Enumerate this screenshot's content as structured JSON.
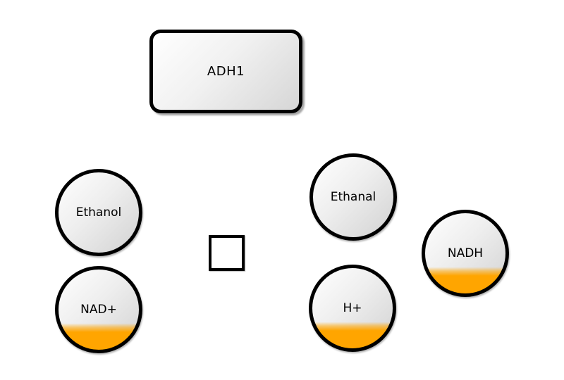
{
  "diagram": {
    "enzyme": {
      "label": "ADH1"
    },
    "species": [
      {
        "label": "Ethanol",
        "highlighted": false
      },
      {
        "label": "NAD+",
        "highlighted": true
      },
      {
        "label": "Ethanal",
        "highlighted": false
      },
      {
        "label": "H+",
        "highlighted": true
      },
      {
        "label": "NADH",
        "highlighted": true
      }
    ],
    "colors": {
      "highlight_fill": "#FFA500",
      "node_border": "#000000",
      "node_fill_start": "#FFFFFF",
      "node_fill_end": "#D2D2D2",
      "canvas_background": "#FFFFFF"
    }
  }
}
